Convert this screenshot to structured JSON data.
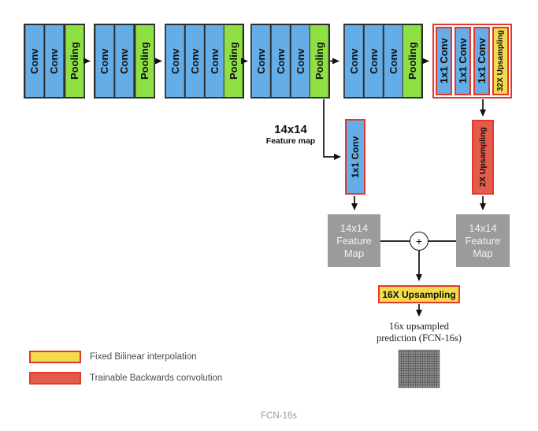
{
  "caption": "FCN-16s",
  "colors": {
    "conv_blue": "#64ADE6",
    "pooling_green": "#8EE045",
    "upsampling_yellow": "#F2DC4E",
    "trainable_red": "#E25B4B",
    "highlight_red_border": "#E3392C",
    "feature_map_gray": "#9B9B9B",
    "block_border_dark": "#2E2E2E"
  },
  "blocks": [
    {
      "columns": [
        {
          "label": "Conv"
        },
        {
          "label": "Conv"
        },
        {
          "label": "Pooling"
        }
      ]
    },
    {
      "columns": [
        {
          "label": "Conv"
        },
        {
          "label": "Conv"
        },
        {
          "label": "Pooling"
        }
      ]
    },
    {
      "columns": [
        {
          "label": "Conv"
        },
        {
          "label": "Conv"
        },
        {
          "label": "Conv"
        },
        {
          "label": "Pooling"
        }
      ]
    },
    {
      "columns": [
        {
          "label": "Conv"
        },
        {
          "label": "Conv"
        },
        {
          "label": "Conv"
        },
        {
          "label": "Pooling"
        }
      ]
    },
    {
      "columns": [
        {
          "label": "Conv"
        },
        {
          "label": "Conv"
        },
        {
          "label": "Conv"
        },
        {
          "label": "Pooling"
        }
      ]
    },
    {
      "columns": [
        {
          "label": "1x1 Conv"
        },
        {
          "label": "1x1 Conv"
        },
        {
          "label": "1x1 Conv"
        },
        {
          "label": "32X Upsampling"
        }
      ]
    }
  ],
  "skip_branch": {
    "annotation_line1": "14x14",
    "annotation_line2": "Feature map",
    "conv_label": "1x1 Conv"
  },
  "deep_branch": {
    "upsampling_label": "2X Upsampling"
  },
  "feature_map_left": {
    "lines": [
      "14x14",
      "Feature",
      "Map"
    ]
  },
  "feature_map_right": {
    "lines": [
      "14x14",
      "Feature",
      "Map"
    ]
  },
  "merge": {
    "operator": "+"
  },
  "output": {
    "upsampling_label": "16X Upsampling",
    "prediction_line1": "16x upsampled",
    "prediction_line2": "prediction (FCN-16s)"
  },
  "legend": [
    {
      "label": "Fixed Bilinear interpolation"
    },
    {
      "label": "Trainable Backwards convolution"
    }
  ]
}
